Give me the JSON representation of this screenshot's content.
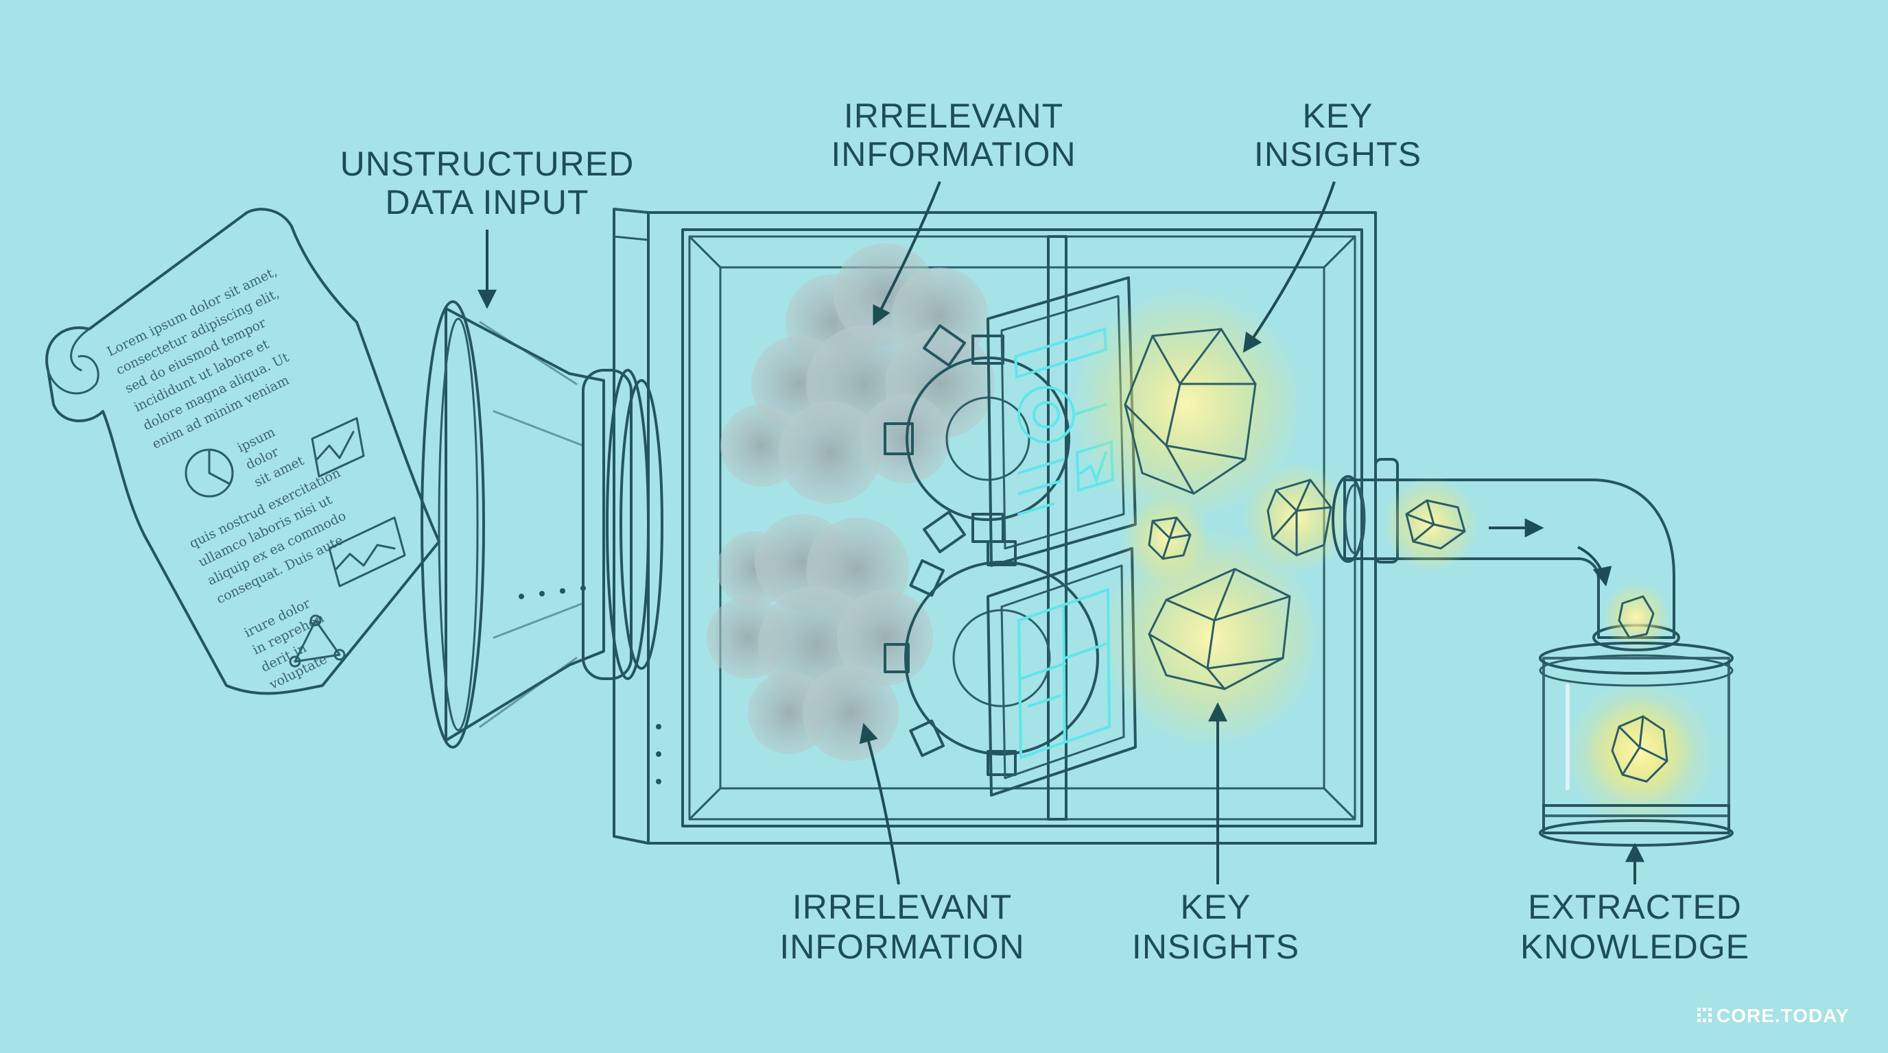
{
  "labels": {
    "input": [
      "UNSTRUCTURED",
      "DATA INPUT"
    ],
    "irrelevant_top": [
      "IRRELEVANT",
      "INFORMATION"
    ],
    "insights_top": [
      "KEY",
      "INSIGHTS"
    ],
    "irrelevant_bottom": [
      "IRRELEVANT",
      "INFORMATION"
    ],
    "insights_bottom": [
      "KEY",
      "INSIGHTS"
    ],
    "output": [
      "EXTRACTED",
      "KNOWLEDGE"
    ]
  },
  "document_text": {
    "lines_top": [
      "Lorem ipsum dolor sit amet,",
      "consectetur adipiscing elit,",
      "sed do eiusmod tempor",
      "incididunt ut labore et",
      "dolore magna aliqua. Ut",
      "enim ad minim veniam"
    ],
    "lines_mid": [
      "ipsum",
      "dolor",
      "sit amet"
    ],
    "lines_low": [
      "quis nostrud exercitation",
      "ullamco laboris nisi ut",
      "aliquip ex ea commodo",
      "consequat. Duis aute"
    ],
    "lines_bottom": [
      "irure dolor",
      "in reprehen",
      "derit in",
      "voluptate"
    ]
  },
  "watermark": "CORE.TODAY",
  "colors": {
    "background": "#a6e3e6",
    "ink": "#1d4d55",
    "gem": "#f2cd2c",
    "glass": "#bfeef0"
  },
  "icons": [
    "scroll-document-icon",
    "funnel-icon",
    "gear-icon",
    "screen-icon",
    "gem-icon",
    "pipe-icon",
    "jar-icon"
  ]
}
